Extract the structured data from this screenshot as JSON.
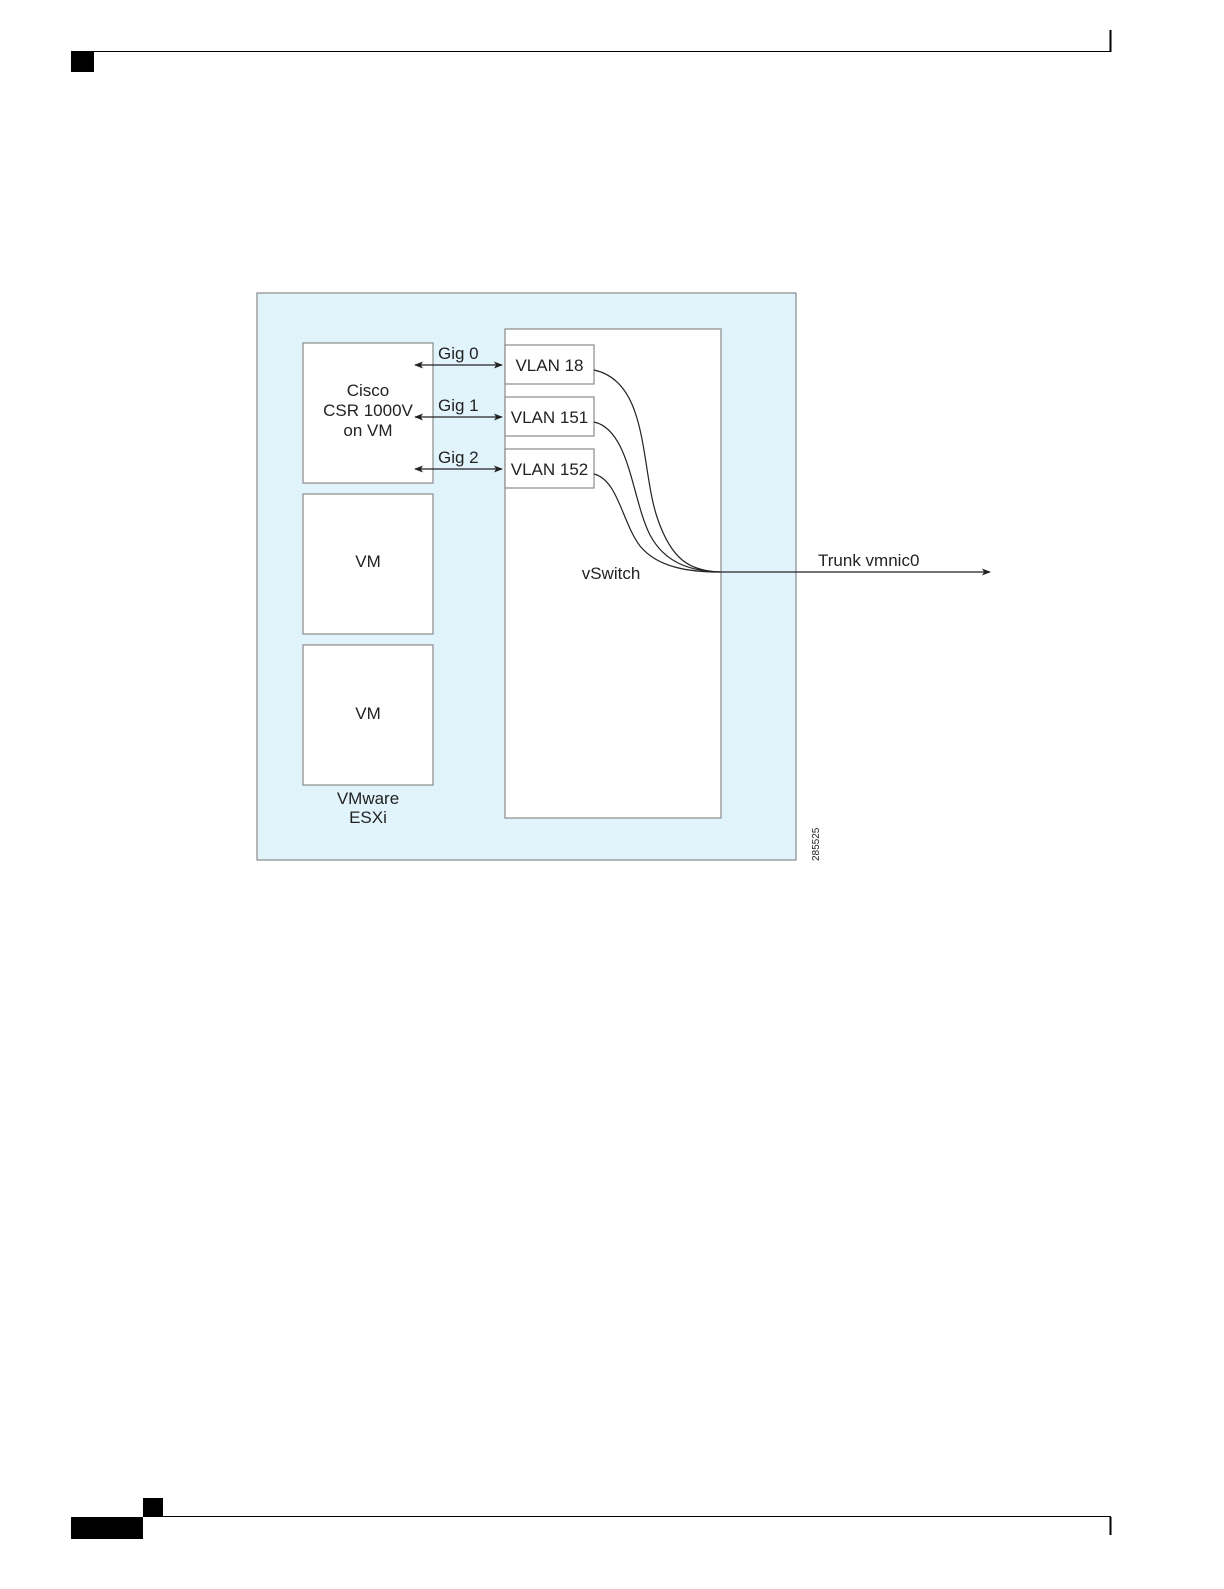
{
  "diagram": {
    "host": {
      "label_lines": [
        "VMware",
        "ESXi"
      ]
    },
    "router_vm": {
      "label_lines": [
        "Cisco",
        "CSR 1000V",
        "on VM"
      ]
    },
    "other_vms": [
      "VM",
      "VM"
    ],
    "interfaces": [
      "Gig 0",
      "Gig 1",
      "Gig 2"
    ],
    "vlans": [
      "VLAN 18",
      "VLAN 151",
      "VLAN 152"
    ],
    "vswitch": {
      "label": "vSwitch"
    },
    "trunk": {
      "label": "Trunk vmnic0"
    },
    "figure_id": "285525"
  },
  "colors": {
    "host_fill": "#e2f4fb",
    "box_stroke": "#8a8a8a",
    "line": "#222222",
    "page_mark": "#000000"
  }
}
